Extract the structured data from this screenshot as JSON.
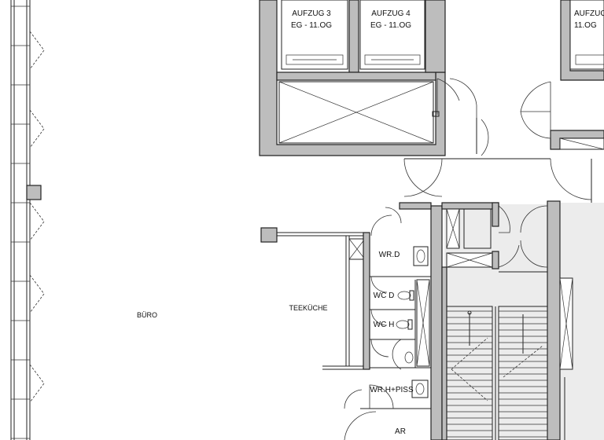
{
  "elevators": [
    {
      "name": "AUFZUG 3",
      "range": "EG - 11.OG"
    },
    {
      "name": "AUFZUG 4",
      "range": "EG - 11.OG"
    },
    {
      "name": "AUFZUG",
      "range": "11.OG"
    }
  ],
  "rooms": {
    "buero": "BÜRO",
    "teekueche": "TEEKÜCHE",
    "wr_d": "WR.D",
    "wc_d": "WC D",
    "wc_h": "WC H",
    "wr_h_piss": "WR.H+PISS",
    "ar": "AR"
  },
  "colors": {
    "wall": "#bdbdbd",
    "line": "#222222",
    "corridor": "#ececec",
    "background": "#ffffff"
  }
}
